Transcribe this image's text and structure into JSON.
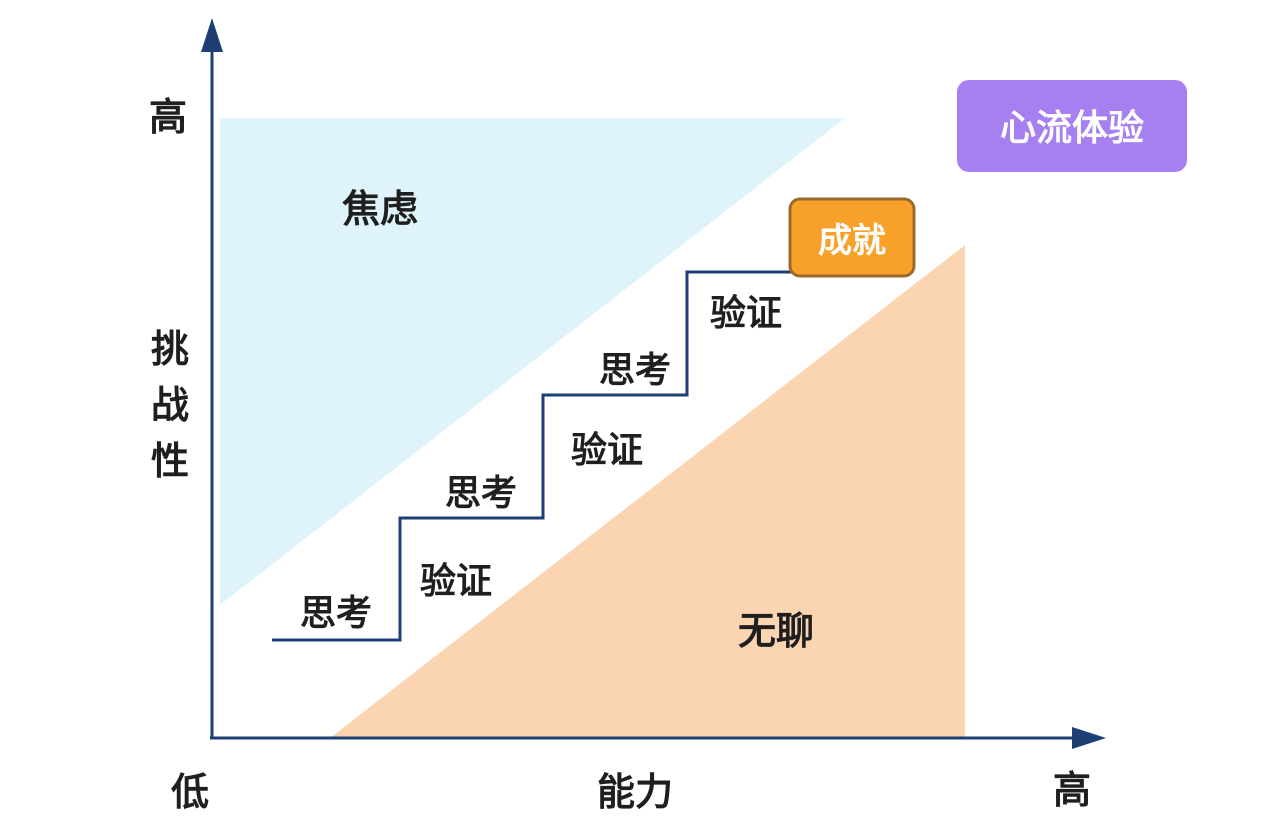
{
  "axes": {
    "y_label": "挑战性",
    "y_high": "高",
    "x_label": "能力",
    "x_low": "低",
    "x_high": "高"
  },
  "regions": {
    "anxiety": "焦虑",
    "boredom": "无聊"
  },
  "steps": [
    {
      "think": "思考",
      "verify": "验证"
    },
    {
      "think": "思考",
      "verify": "验证"
    },
    {
      "think": "思考",
      "verify": "验证"
    }
  ],
  "badges": {
    "achievement": "成就",
    "flow": "心流体验"
  },
  "colors": {
    "anxiety_fill": "#dff4fa",
    "boredom_fill": "#fbd5b2",
    "axis": "#1e3f73",
    "achievement": "#f7a12a",
    "achievement_border": "#9a6a2a",
    "flow": "#a67ff0"
  }
}
